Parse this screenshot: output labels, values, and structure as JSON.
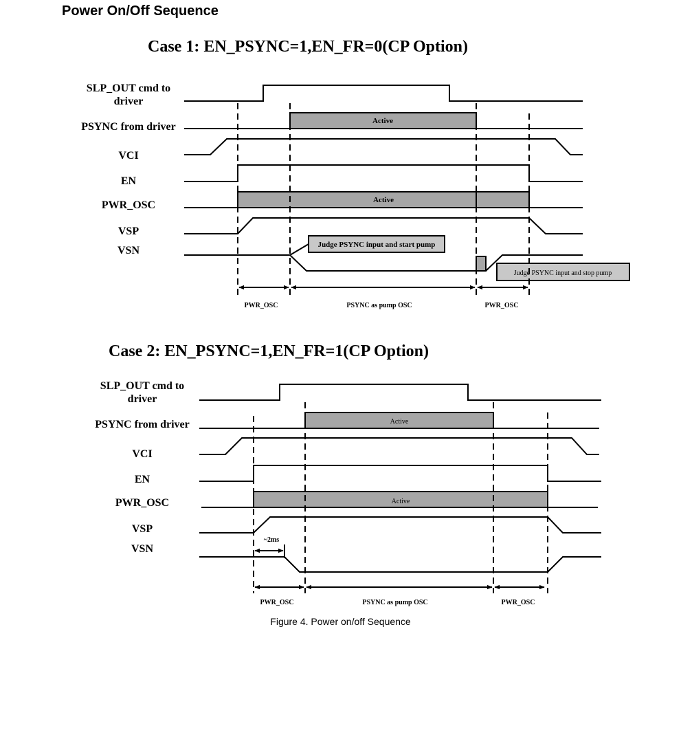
{
  "header": {
    "title": "Power On/Off Sequence"
  },
  "case1": {
    "title": "Case 1: EN_PSYNC=1,EN_FR=0(CP Option)",
    "signals": {
      "slp_out_line1": "SLP_OUT cmd to",
      "slp_out_line2": "driver",
      "psync": "PSYNC from driver",
      "vci": "VCI",
      "en": "EN",
      "pwr_osc": "PWR_OSC",
      "vsp": "VSP",
      "vsn": "VSN"
    },
    "boxes": {
      "psync_active": "Active",
      "pwr_osc_active": "Active",
      "judge_start": "Judge PSYNC input and start pump",
      "judge_stop": "Judge PSYNC input and stop pump"
    },
    "spans": {
      "left": "PWR_OSC",
      "middle": "PSYNC as pump OSC",
      "right": "PWR_OSC"
    }
  },
  "case2": {
    "title": "Case 2: EN_PSYNC=1,EN_FR=1(CP Option)",
    "signals": {
      "slp_out_line1": "SLP_OUT cmd to",
      "slp_out_line2": "driver",
      "psync": "PSYNC from driver",
      "vci": "VCI",
      "en": "EN",
      "pwr_osc": "PWR_OSC",
      "vsp": "VSP",
      "vsn": "VSN"
    },
    "boxes": {
      "psync_active": "Active",
      "pwr_osc_active": "Active"
    },
    "delay_label": "~2ms",
    "spans": {
      "left": "PWR_OSC",
      "middle": "PSYNC as pump OSC",
      "right": "PWR_OSC"
    }
  },
  "figure_caption": "Figure 4. Power on/off Sequence",
  "colors": {
    "active_box_fill": "#a6a6a6",
    "note_box_fill": "#c8c8c8",
    "line": "#000000"
  }
}
